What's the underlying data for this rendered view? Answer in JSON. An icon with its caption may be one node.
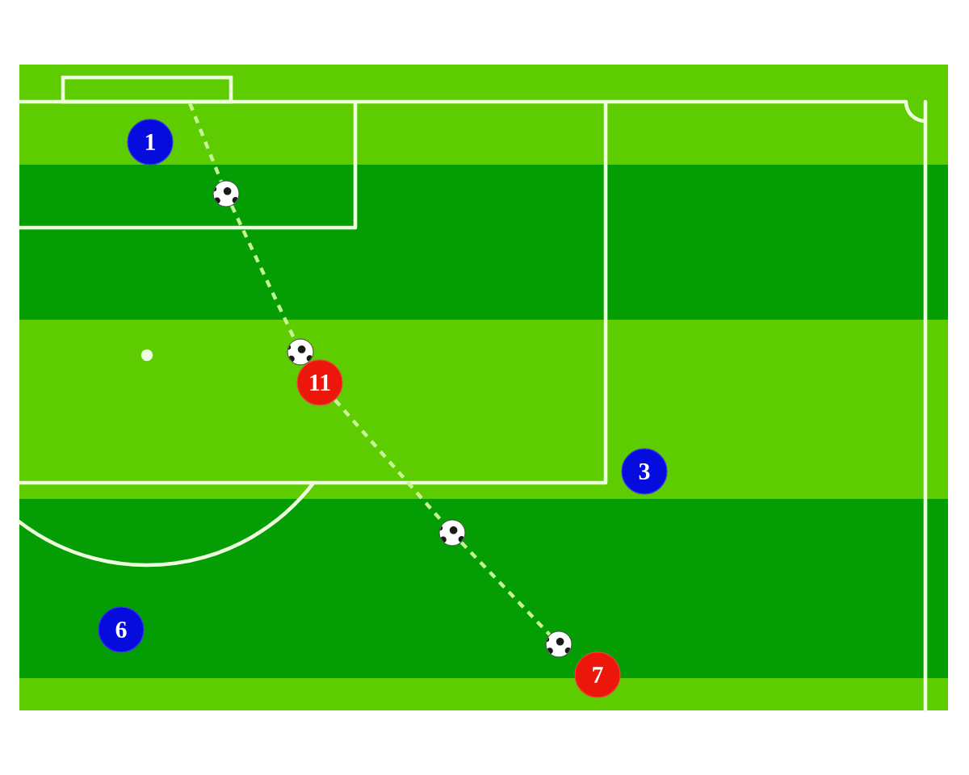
{
  "diagram": {
    "nodes": [
      {
        "text": [],
        "shape": "box"
      },
      {
        "text": [
          "1"
        ]
      },
      {
        "text": [],
        "shape": "circle"
      },
      {
        "text": [],
        "shape": "circle"
      },
      {
        "text": [
          "11"
        ]
      },
      {
        "text": [
          "3"
        ]
      },
      {
        "text": [],
        "shape": "circle"
      },
      {
        "text": [
          "6"
        ]
      },
      {
        "text": [],
        "shape": "circle"
      },
      {
        "text": [
          "7"
        ]
      }
    ],
    "edges": [
      {
        "from": 0,
        "to": 2,
        "arrow": "none",
        "style": "dashed"
      },
      {
        "from": 2,
        "to": 3,
        "arrow": "none",
        "style": "dashed"
      },
      {
        "from": 4,
        "to": 6,
        "arrow": "none",
        "style": "dashed"
      },
      {
        "from": 6,
        "to": 8,
        "arrow": "none",
        "style": "dashed"
      }
    ]
  }
}
